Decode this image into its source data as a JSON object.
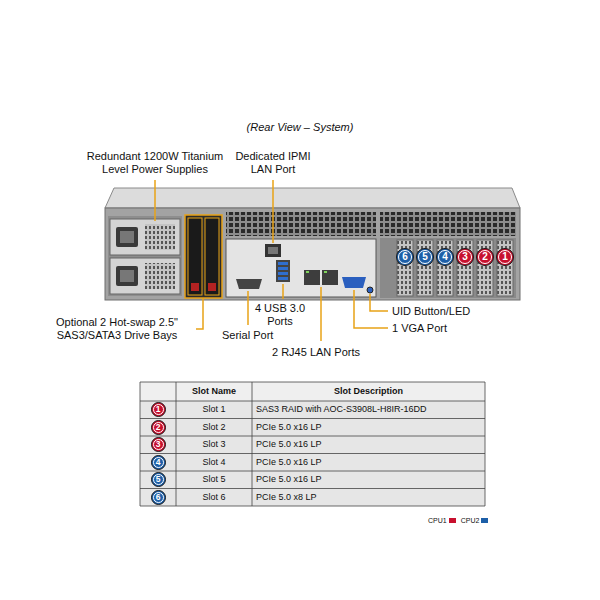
{
  "diagram": {
    "title": "(Rear View – System)",
    "nodes": [
      {
        "text": [
          "6"
        ]
      },
      {
        "text": [
          "5"
        ]
      },
      {
        "text": [
          "4"
        ]
      },
      {
        "text": [
          "3"
        ]
      },
      {
        "text": [
          "2"
        ]
      },
      {
        "text": [
          "1"
        ]
      },
      {
        "text": [
          "1"
        ]
      },
      {
        "text": [
          "2"
        ]
      },
      {
        "text": [
          "3"
        ]
      },
      {
        "text": [
          "4"
        ]
      },
      {
        "text": [
          "5"
        ]
      },
      {
        "text": [
          "6"
        ]
      }
    ],
    "labels": [
      "Redundant 1200W Titanium Level Power Supplies",
      "Dedicated IPMI LAN Port",
      "Optional 2 Hot-swap 2.5\" SAS3/SATA3 Drive Bays",
      "Serial Port",
      "4 USB 3.0 Ports",
      "2 RJ45 LAN Ports",
      "UID Button/LED",
      "1 VGA Port",
      "Slot Name",
      "Slot Description",
      "Slot 1",
      "SAS3 RAID with AOC-S3908L-H8IR-16DD",
      "Slot 2",
      "PCIe 5.0 x16 LP",
      "Slot 3",
      "PCIe 5.0 x16 LP",
      "Slot 4",
      "PCIe 5.0 x16 LP",
      "Slot 5",
      "PCIe 5.0 x16 LP",
      "Slot 6",
      "PCIe 5.0 x8 LP"
    ],
    "legend": [
      {
        "text": "CPU1",
        "color": "#c8102e"
      },
      {
        "text": "CPU2",
        "color": "#1d5fa8"
      }
    ]
  }
}
